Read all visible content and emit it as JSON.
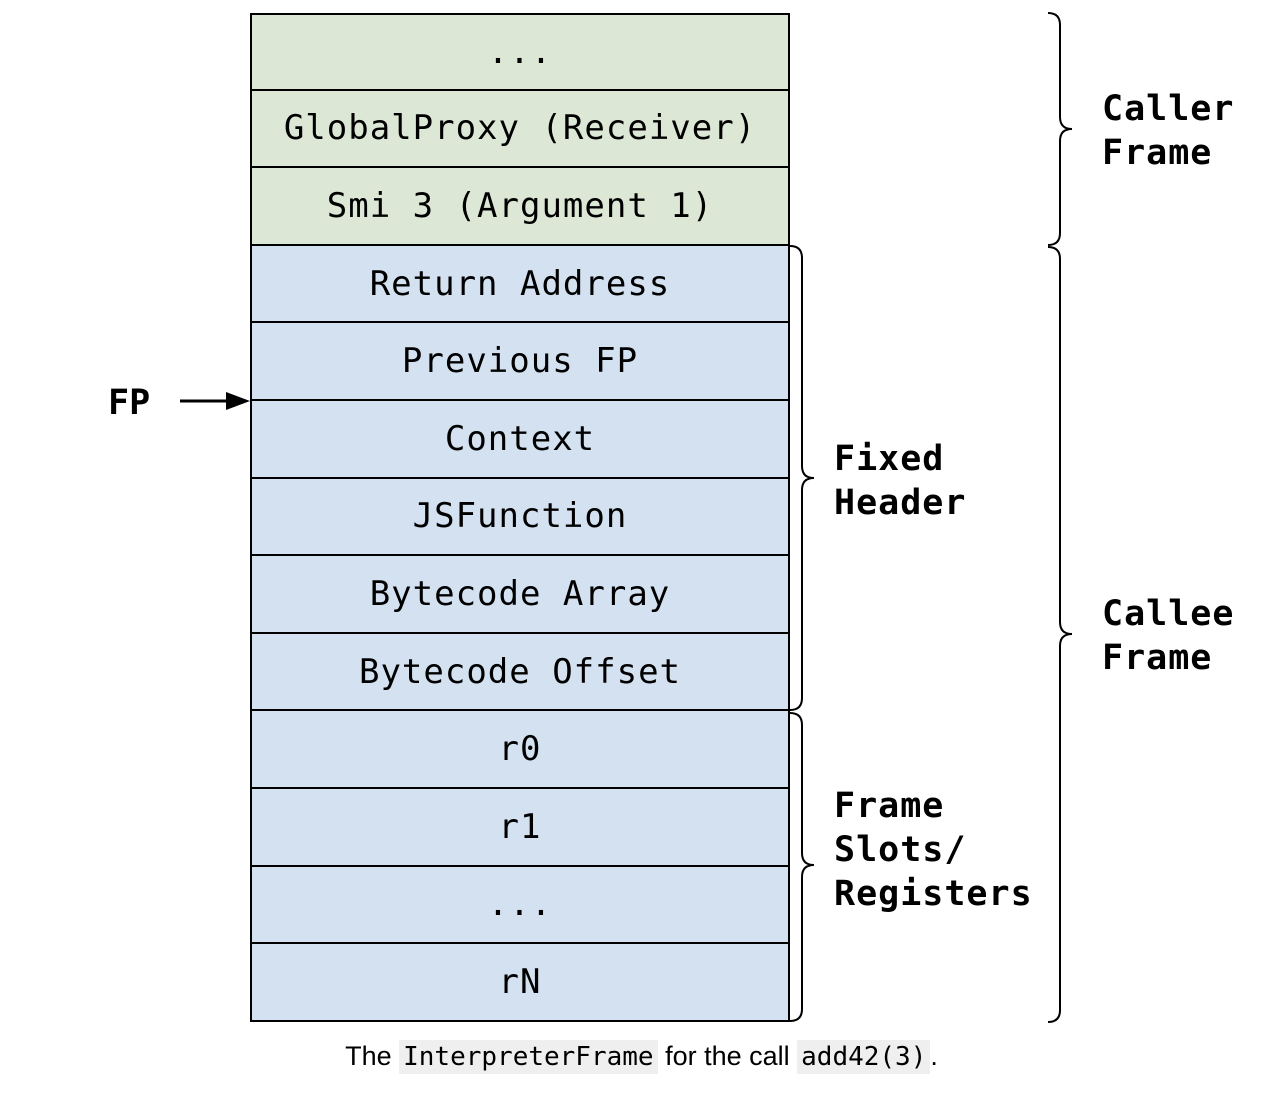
{
  "slots": [
    {
      "label": "...",
      "frame": "caller"
    },
    {
      "label": "GlobalProxy (Receiver)",
      "frame": "caller"
    },
    {
      "label": "Smi 3 (Argument 1)",
      "frame": "caller"
    },
    {
      "label": "Return Address",
      "frame": "callee"
    },
    {
      "label": "Previous FP",
      "frame": "callee"
    },
    {
      "label": "Context",
      "frame": "callee"
    },
    {
      "label": "JSFunction",
      "frame": "callee"
    },
    {
      "label": "Bytecode Array",
      "frame": "callee"
    },
    {
      "label": "Bytecode Offset",
      "frame": "callee"
    },
    {
      "label": "r0",
      "frame": "callee"
    },
    {
      "label": "r1",
      "frame": "callee"
    },
    {
      "label": "...",
      "frame": "callee"
    },
    {
      "label": "rN",
      "frame": "callee"
    }
  ],
  "pointer": {
    "label": "FP"
  },
  "groups": {
    "caller_frame": "Caller\nFrame",
    "callee_frame": "Callee\nFrame",
    "fixed_header": "Fixed\nHeader",
    "frame_slots": "Frame\nSlots/\nRegisters"
  },
  "caption": {
    "prefix": "The ",
    "code1": "InterpreterFrame",
    "middle": " for the call ",
    "code2": "add42(3)",
    "suffix": "."
  },
  "colors": {
    "caller_fill": "#dce8d5",
    "callee_fill": "#d3e1f1",
    "stroke": "#000000"
  }
}
